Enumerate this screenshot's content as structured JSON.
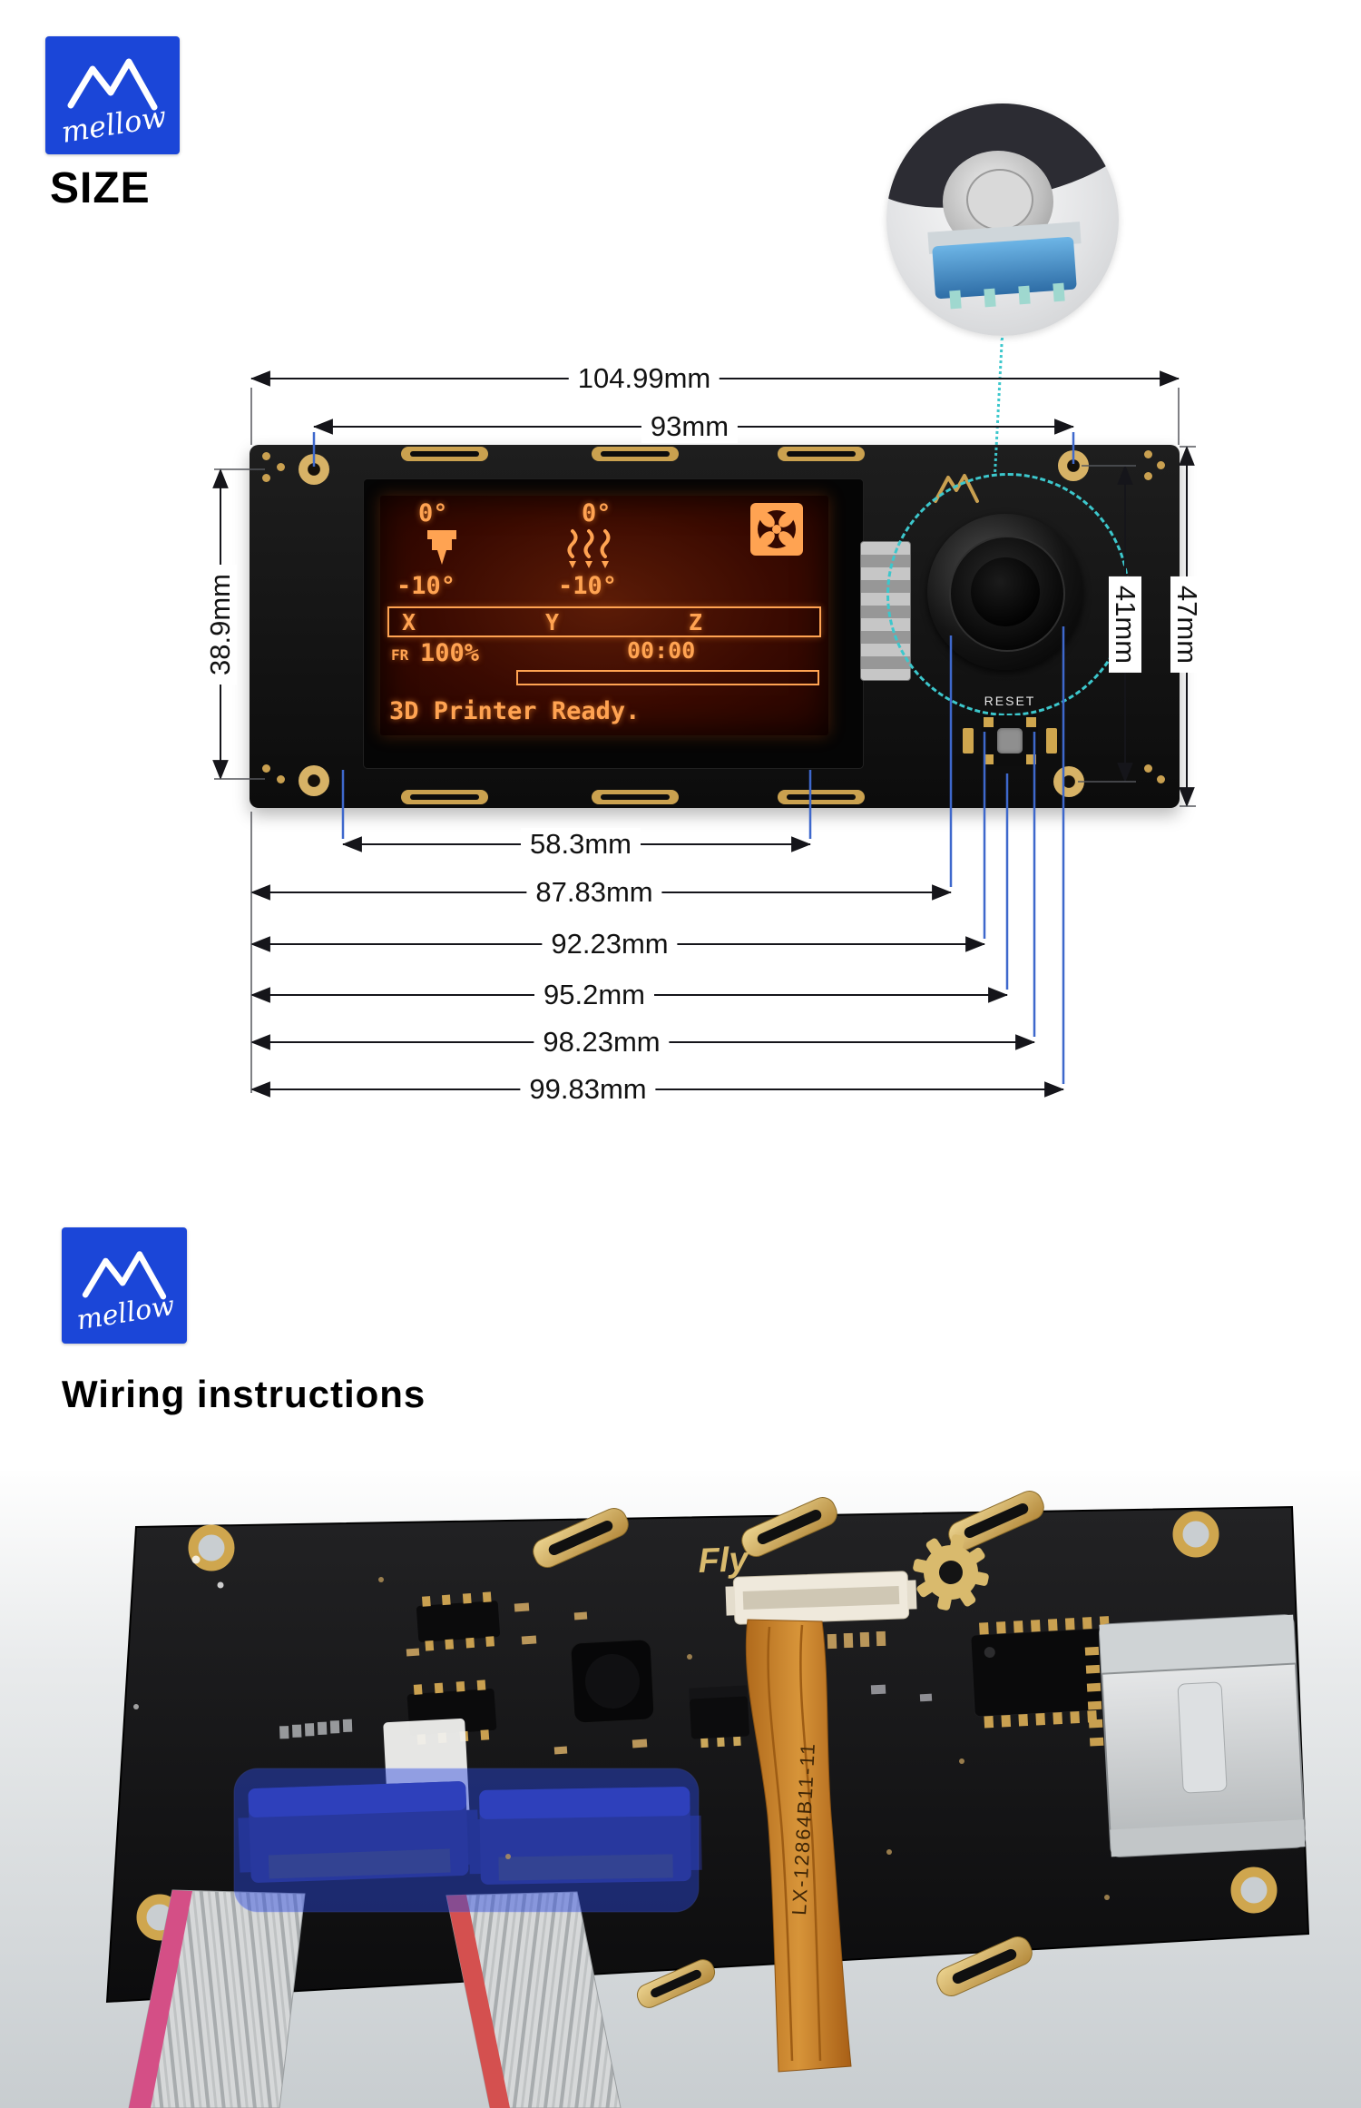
{
  "brand": {
    "name": "mellow",
    "logo_color": "#1b46d8"
  },
  "size_section": {
    "heading": "SIZE",
    "dim_top_full": "104.99mm",
    "dim_top_holes": "93mm",
    "dim_left": "38.9mm",
    "dim_right_inner": "41mm",
    "dim_right_outer": "47mm",
    "dim_bottom": [
      "58.3mm",
      "87.83mm",
      "92.23mm",
      "95.2mm",
      "98.23mm",
      "99.83mm"
    ],
    "reset_label": "RESET",
    "lcd": {
      "temp_hotend_current": "0°",
      "temp_hotend_target": "-10°",
      "temp_bed_current": "0°",
      "temp_bed_target": "-10°",
      "axis_x": "X",
      "axis_y": "Y",
      "axis_z": "Z",
      "feedrate_label": "FR",
      "feedrate_value": "100%",
      "time": "00:00",
      "status": "3D Printer Ready."
    }
  },
  "wiring_section": {
    "heading": "Wiring instructions",
    "board_silkscreen": "Fly",
    "flex_cable_label": "LX-12864B11-11"
  },
  "colors": {
    "lcd_glow": "#ffa352",
    "dim_leader_blue": "#3e68cc",
    "dotted_teal": "#3cc7cc",
    "pcb_gold": "#cfa64e"
  }
}
